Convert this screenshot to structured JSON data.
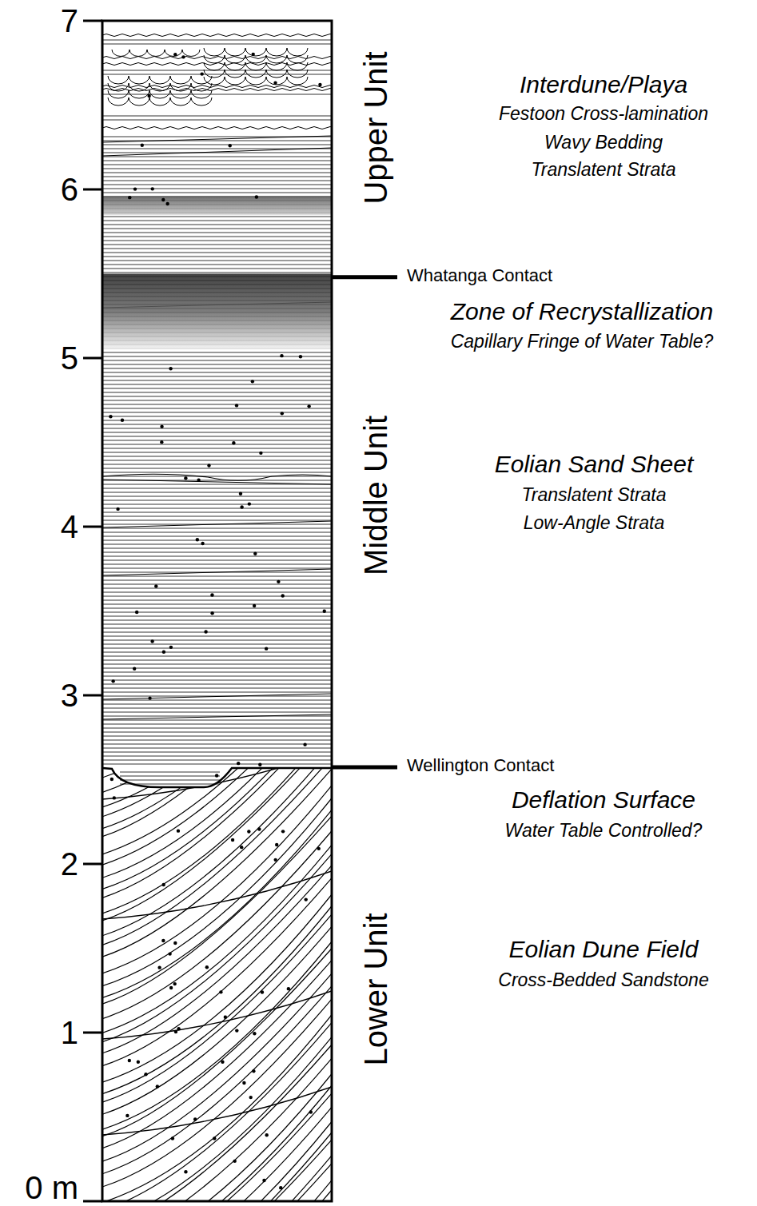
{
  "diagram": {
    "labels": [
      "7",
      "6",
      "5",
      "4",
      "3",
      "2",
      "1",
      "0 m",
      "Upper Unit",
      "Middle Unit",
      "Lower Unit",
      "Interdune/Playa",
      "Festoon Cross-lamination",
      "Wavy Bedding",
      "Translatent Strata",
      "Whatanga Contact",
      "Zone of Recrystallization",
      "Capillary Fringe of Water Table?",
      "Eolian Sand Sheet",
      "Translatent Strata",
      "Low-Angle Strata",
      "Wellington Contact",
      "Deflation Surface",
      "Water Table Controlled?",
      "Eolian Dune Field",
      "Cross-Bedded Sandstone"
    ]
  }
}
